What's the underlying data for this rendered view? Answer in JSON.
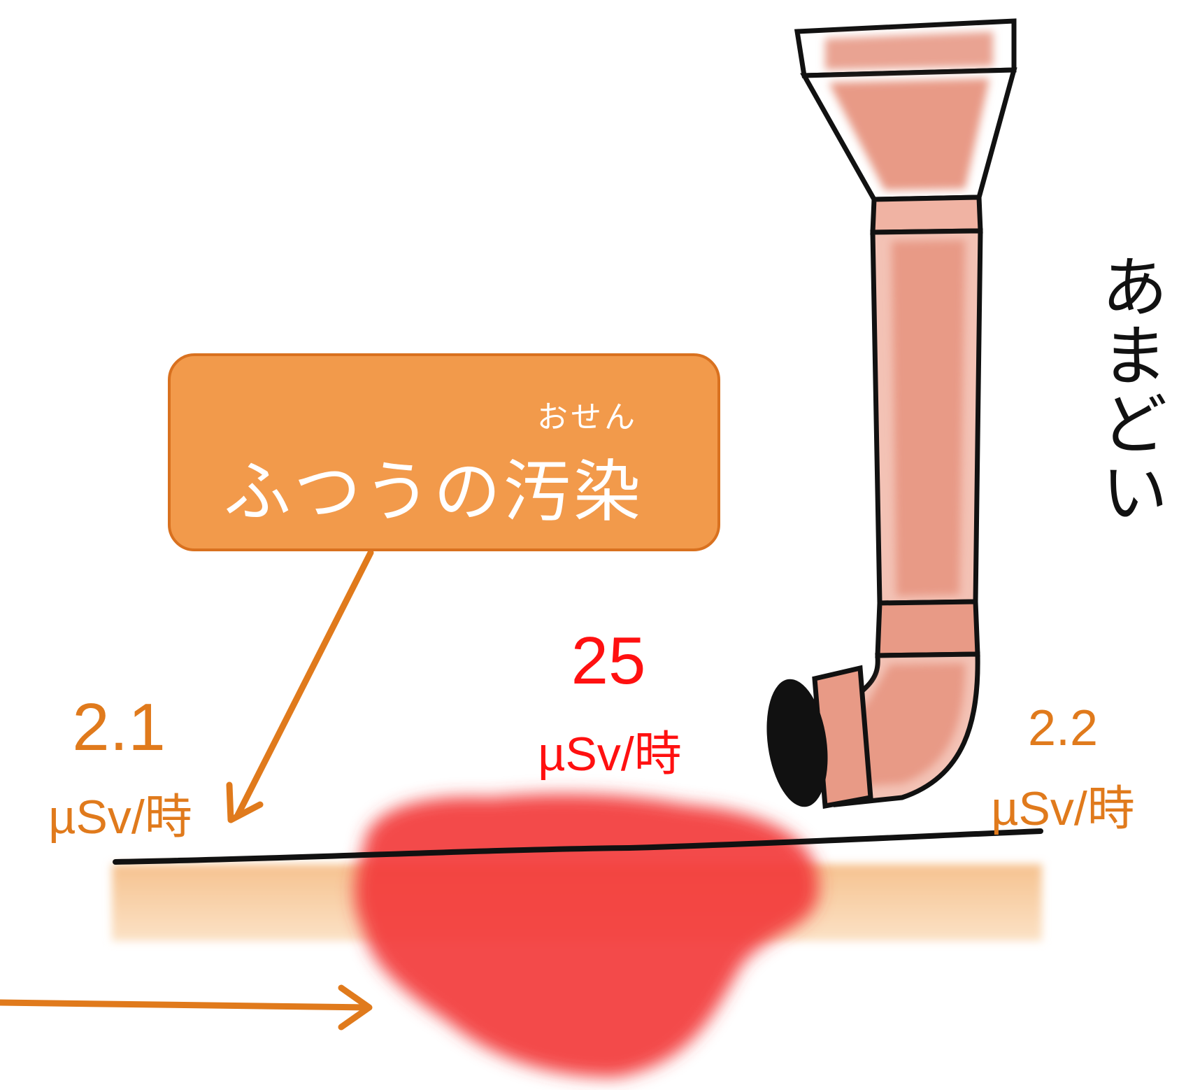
{
  "callout": {
    "ruby": "おせん",
    "text": "ふつうの汚染"
  },
  "gutter_label": "あまどい",
  "readings": [
    {
      "id": "left",
      "value": "2.1",
      "unit": "µSv/時",
      "color": "#e07a1c"
    },
    {
      "id": "mid",
      "value": "25",
      "unit": "µSv/時",
      "color": "#ff1010"
    },
    {
      "id": "right",
      "value": "2.2",
      "unit": "µSv/時",
      "color": "#e07a1c"
    }
  ],
  "colors": {
    "normal_soil": "#f6c79b",
    "hotspot": "#f23a3a",
    "pipe": "#e89a86",
    "arrow": "#e07a1c",
    "callout_fill": "#f29a4b"
  },
  "icons": [
    "rain-gutter-downspout-icon",
    "hotspot-contamination-icon"
  ]
}
